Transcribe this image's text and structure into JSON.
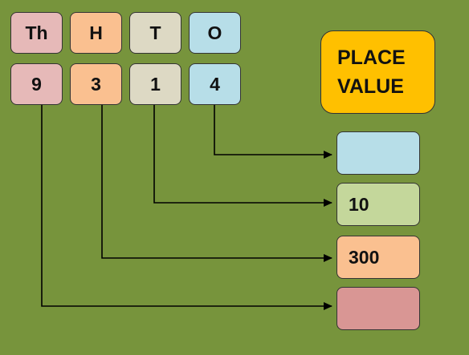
{
  "headers": {
    "th": "Th",
    "h": "H",
    "t": "T",
    "o": "O"
  },
  "digits": {
    "th": "9",
    "h": "3",
    "t": "1",
    "o": "4"
  },
  "title": {
    "line1": "PLACE",
    "line2": "VALUE"
  },
  "answers": {
    "ones": "",
    "tens": "10",
    "hundreds": "300",
    "thousands": ""
  },
  "colors": {
    "background": "#77943c",
    "thousands": "#e6b9b8",
    "hundreds": "#fac090",
    "tens": "#ddd9c4",
    "ones": "#b7dee8",
    "title_box": "#ffc000",
    "ans_ones": "#b7dee8",
    "ans_tens": "#c4d79b",
    "ans_hundreds": "#fac090",
    "ans_thousands": "#d99694"
  }
}
